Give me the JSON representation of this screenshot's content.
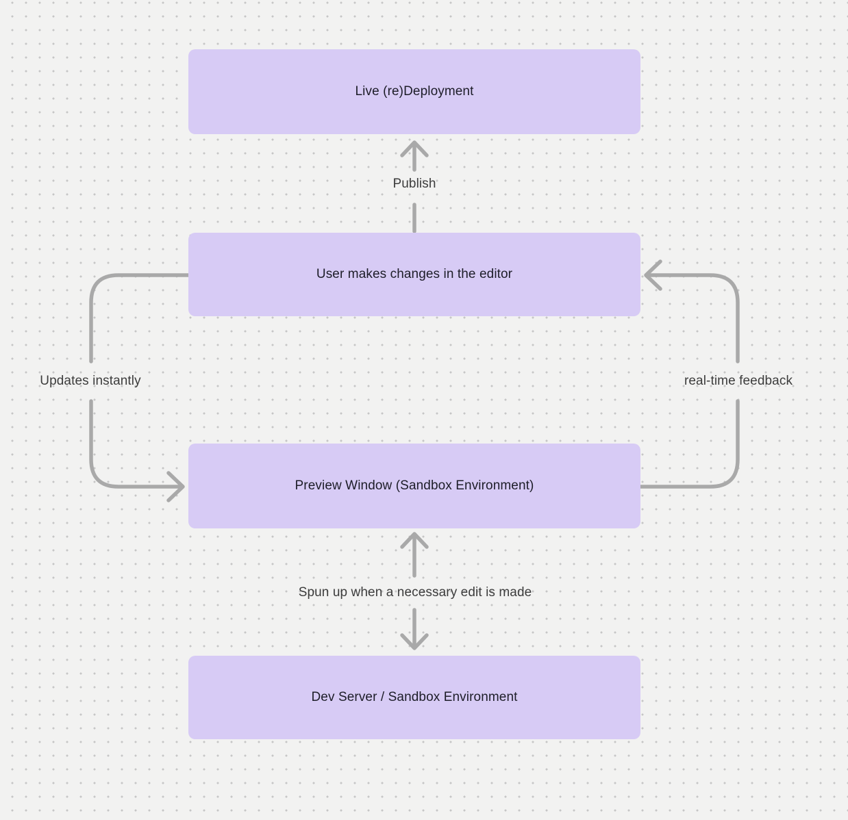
{
  "diagram": {
    "type": "flowchart",
    "background_color": "#f2f2f1",
    "dot_color": "#c6c6c6",
    "node_fill_color": "#d7cbf5",
    "node_text_color": "#1d1d28",
    "edge_line_color": "#a9a9a9",
    "edge_label_color": "#3c3c3c"
  },
  "nodes": [
    {
      "id": "live-deployment",
      "label": "Live (re)Deployment"
    },
    {
      "id": "editor",
      "label": "User makes changes in the editor"
    },
    {
      "id": "preview-window",
      "label": "Preview Window (Sandbox Environment)"
    },
    {
      "id": "dev-server",
      "label": "Dev Server / Sandbox Environment"
    }
  ],
  "edges": [
    {
      "from": "editor",
      "to": "live-deployment",
      "label": "Publish",
      "direction": "up"
    },
    {
      "from": "editor",
      "to": "preview-window",
      "label": "Updates instantly",
      "direction": "left-loop"
    },
    {
      "from": "preview-window",
      "to": "editor",
      "label": "real-time feedback",
      "direction": "right-loop"
    },
    {
      "from": "dev-server",
      "to": "preview-window",
      "label": "Spun up when a necessary edit is made",
      "direction": "bidirectional-vertical"
    }
  ]
}
